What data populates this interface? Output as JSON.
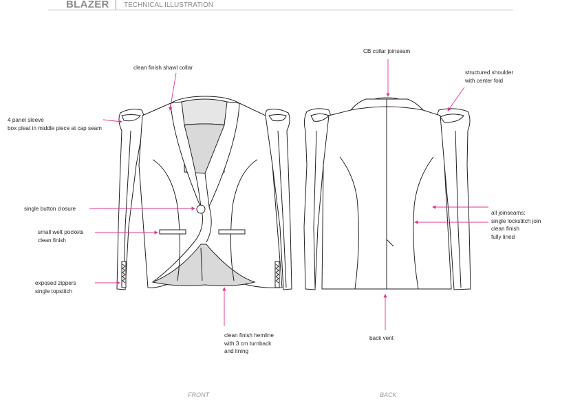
{
  "header": {
    "title": "BLAZER",
    "subtitle": "TECHNICAL ILLUSTRATION"
  },
  "colors": {
    "callout": "#e0368f",
    "line": "#231f20",
    "lining": "#d9d9d9",
    "header_text": "#8a8a8a"
  },
  "views": {
    "front": "FRONT",
    "back": "BACK"
  },
  "callouts": {
    "shawl_collar": [
      "clean finish shawl collar"
    ],
    "sleeve": [
      "4 panel sleeve",
      "box pleat in middle piece at cap seam"
    ],
    "button": [
      "single button closure"
    ],
    "pockets": [
      "small welt pockets",
      "clean finish"
    ],
    "zippers": [
      "exposed zippers",
      "single topstitch"
    ],
    "hemline": [
      "clean finish hemline",
      "with 3 cm turnback",
      "and lining"
    ],
    "cb_collar": [
      "CB collar joinseam"
    ],
    "shoulder": [
      "structured shoulder",
      "with center fold"
    ],
    "joinseams": [
      "all joinseams:",
      "single lockstitch join",
      "clean finish",
      "fully lined"
    ],
    "back_vent": [
      "back vent"
    ]
  }
}
